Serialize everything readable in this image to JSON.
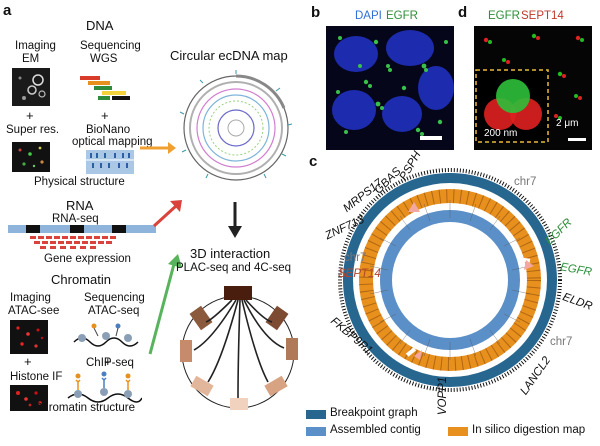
{
  "panel_letters": {
    "a": "a",
    "b": "b",
    "c": "c",
    "d": "d"
  },
  "panel_a": {
    "dna": {
      "title": "DNA",
      "imaging_label": "Imaging",
      "imaging_method": "EM",
      "sequencing_label": "Sequencing",
      "sequencing_method": "WGS",
      "plus_left": "+",
      "plus_right": "+",
      "super_res": "Super res.",
      "bionano": "BioNano",
      "optical_mapping": "optical mapping",
      "footer": "Physical structure"
    },
    "rna": {
      "title": "RNA",
      "method": "RNA-seq",
      "footer": "Gene expression"
    },
    "chromatin": {
      "title": "Chromatin",
      "imaging_label": "Imaging",
      "imaging_method": "ATAC-see",
      "sequencing_label": "Sequencing",
      "sequencing_method": "ATAC-seq",
      "plus_left": "+",
      "plus_right": "+",
      "histone": "Histone IF",
      "chip": "ChIP-seq",
      "footer": "Chromatin structure"
    },
    "circular_map_title": "Circular ecDNA map",
    "interaction": {
      "title": "3D interaction",
      "subtitle": "PLAC-seq and 4C-seq"
    }
  },
  "panel_b": {
    "stain1": "DAPI",
    "stain2": "EGFR"
  },
  "panel_d": {
    "stain1": "EGFR",
    "stain2": "SEPT14",
    "inset_scale": "200 nm",
    "scale": "2 μm"
  },
  "panel_c": {
    "labels": {
      "psph": "PSPH",
      "gbas": "GBAS",
      "mrps17": "MRPS17",
      "znf713": "ZNF713",
      "chr7_left": "chr7",
      "sept14": "SEPT14",
      "fkbp9p1": "FKBP9P1",
      "vopp1": "VOPP1",
      "lancl2": "LANCL2",
      "chr7_bottom": "chr7",
      "eldr": "ELDR",
      "egfr_right": "EGFR",
      "egfr_top": "EGFR",
      "chr7_top": "chr7"
    },
    "legend": [
      {
        "label": "Breakpoint graph",
        "color": "#27668f"
      },
      {
        "label": "Assembled contig",
        "color": "#5b8fc7"
      },
      {
        "label": "In silico digestion map",
        "color": "#e8901e"
      }
    ]
  },
  "colors": {
    "egfr_green": "#2c8f3a",
    "sept14_red": "#c0392b",
    "arrow_orange": "#f0a030",
    "arrow_red": "#d9433b",
    "arrow_green": "#58b35c"
  }
}
